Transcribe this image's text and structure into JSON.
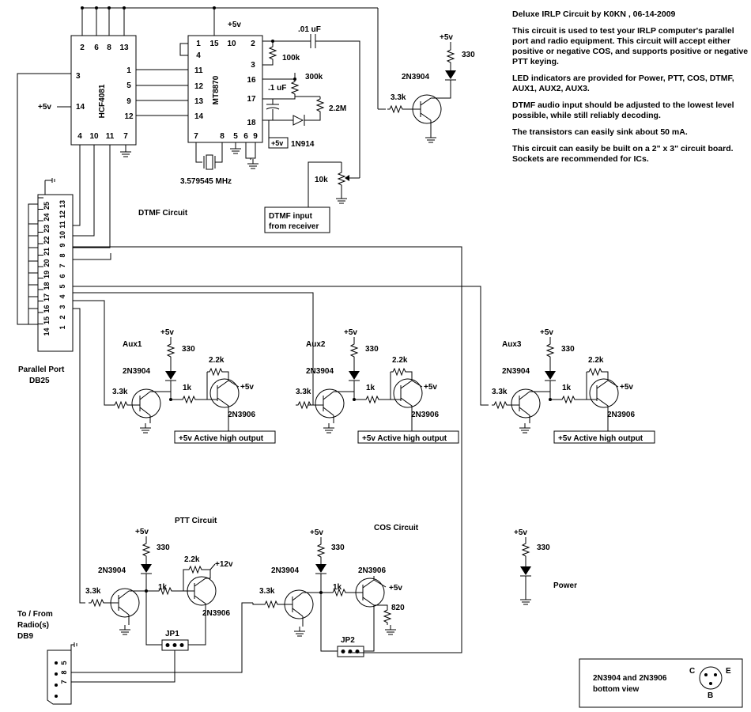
{
  "notes": {
    "title": "Deluxe IRLP Circuit by K0KN , 06-14-2009",
    "p1": "This circuit is used to test your IRLP computer's parallel port and radio equipment. This circuit will accept either positive or negative COS, and supports positive or negative PTT keying.",
    "p2": "LED indicators are provided for Power, PTT, COS, DTMF, AUX1, AUX2, AUX3.",
    "p3": "DTMF audio input should be adjusted to the lowest level possible, while still reliably decoding.",
    "p4": "The transistors can easily sink about 50 mA.",
    "p5": "This circuit can easily be built on a 2\" x 3\" circuit board. Sockets are recommended for ICs."
  },
  "ic1": {
    "name": "HCF4081",
    "pins_top": [
      "2",
      "6",
      "8",
      "13"
    ],
    "pins_left": [
      "3",
      "14"
    ],
    "pins_right": [
      "1",
      "5",
      "9",
      "12"
    ],
    "pins_bottom": [
      "4",
      "10",
      "11",
      "7"
    ],
    "supply": "+5v"
  },
  "ic2": {
    "name": "MT8870",
    "pins_top": [
      "1",
      "15",
      "10"
    ],
    "pin4": "4",
    "pins_left": [
      "11",
      "12",
      "13",
      "14"
    ],
    "pins_right": [
      "2",
      "3",
      "16",
      "17",
      "18"
    ],
    "pins_bottom": [
      "7",
      "8",
      "5",
      "6",
      "9"
    ],
    "supply": "+5v",
    "crystal": "3.579545 MHz"
  },
  "dtmf": {
    "label": "DTMF Circuit",
    "cap1": ".01 uF",
    "r1": "100k",
    "r2": "300k",
    "cap2": ".1 uF",
    "r3": "2.2M",
    "diode": "1N914",
    "supply_box": "+5v",
    "pot": "10k",
    "input_box_line1": "DTMF input",
    "input_box_line2": "from receiver",
    "led_supply": "+5v",
    "led_r": "330",
    "transistor": "2N3904",
    "base_r": "3.3k"
  },
  "db25": {
    "pins_top": [
      "25",
      "24",
      "23",
      "22",
      "21",
      "20",
      "19",
      "18",
      "17",
      "16",
      "15",
      "14"
    ],
    "pins_bottom": [
      "13",
      "12",
      "11",
      "10",
      "9",
      "8",
      "7",
      "6",
      "5",
      "4",
      "3",
      "2",
      "1"
    ],
    "label1": "Parallel Port",
    "label2": "DB25"
  },
  "aux": [
    {
      "label": "Aux1",
      "supply": "+5v",
      "led_r": "330",
      "npn": "2N3904",
      "base_r": "3.3k",
      "mid_r": "1k",
      "pull_r": "2.2k",
      "pnp_supply": "+5v",
      "pnp": "2N3906",
      "output": "+5v Active high output"
    },
    {
      "label": "Aux2",
      "supply": "+5v",
      "led_r": "330",
      "npn": "2N3904",
      "base_r": "3.3k",
      "mid_r": "1k",
      "pull_r": "2.2k",
      "pnp_supply": "+5v",
      "pnp": "2N3906",
      "output": "+5v Active high output"
    },
    {
      "label": "Aux3",
      "supply": "+5v",
      "led_r": "330",
      "npn": "2N3904",
      "base_r": "3.3k",
      "mid_r": "1k",
      "pull_r": "2.2k",
      "pnp_supply": "+5v",
      "pnp": "2N3906",
      "output": "+5v Active high output"
    }
  ],
  "ptt": {
    "label": "PTT Circuit",
    "supply": "+5v",
    "led_r": "330",
    "npn": "2N3904",
    "base_r": "3.3k",
    "mid_r": "1k",
    "pull_r": "2.2k",
    "pnp_supply": "+12v",
    "pnp": "2N3906",
    "jumper": "JP1"
  },
  "cos": {
    "label": "COS Circuit",
    "supply": "+5v",
    "led_r": "330",
    "npn": "2N3904",
    "base_r": "3.3k",
    "mid_r": "1k",
    "pnp_supply": "+5v",
    "pnp": "2N3906",
    "emitter_r": "820",
    "jumper": "JP2"
  },
  "power": {
    "supply": "+5v",
    "led_r": "330",
    "label": "Power"
  },
  "db9": {
    "label1": "To / From",
    "label2": "Radio(s)",
    "label3": "DB9",
    "pins": [
      "5",
      "8",
      "7"
    ]
  },
  "legend": {
    "line1": "2N3904 and 2N3906",
    "line2": "bottom view",
    "c": "C",
    "e": "E",
    "b": "B"
  }
}
